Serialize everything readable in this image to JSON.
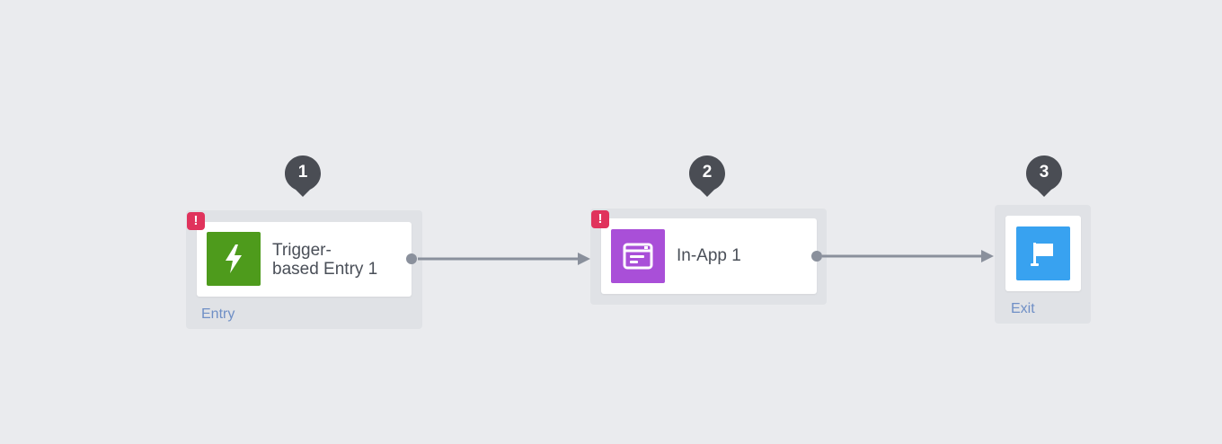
{
  "colors": {
    "background": "#eaebee",
    "pin": "#4a4d54",
    "trigger_icon_bg": "#4e9b1c",
    "inapp_icon_bg": "#a94fd8",
    "exit_icon_bg": "#38a2f0",
    "warning": "#e0335c",
    "connector": "#8a909c",
    "group_label": "#6f8fc6"
  },
  "steps": [
    {
      "number": "1",
      "node_title": "Trigger-\nbased Entry 1",
      "group_label": "Entry",
      "icon": "lightning-bolt-icon",
      "has_warning": true,
      "warning_glyph": "!"
    },
    {
      "number": "2",
      "node_title": "In-App 1",
      "group_label": "",
      "icon": "in-app-message-icon",
      "has_warning": true,
      "warning_glyph": "!"
    },
    {
      "number": "3",
      "node_title": "",
      "group_label": "Exit",
      "icon": "flag-icon",
      "has_warning": false
    }
  ]
}
